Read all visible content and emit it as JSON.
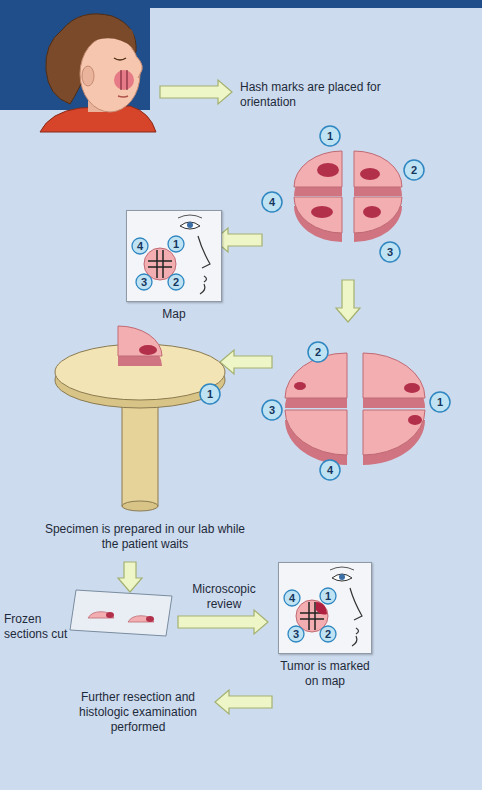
{
  "diagram": {
    "nodes": [
      {
        "text": [
          "Map"
        ]
      },
      {
        "text": [
          "Tumor is marked on map"
        ]
      }
    ],
    "labels": [
      "Hash marks are placed for orientation",
      "1",
      "2",
      "3",
      "4",
      "4",
      "1",
      "3",
      "2",
      "2",
      "3",
      "1",
      "4",
      "1",
      "Specimen is prepared in our lab while the patient waits",
      "Frozen sections cut",
      "Microscopic review",
      "4",
      "1",
      "3",
      "2",
      "Further resection and histologic examination performed"
    ]
  }
}
